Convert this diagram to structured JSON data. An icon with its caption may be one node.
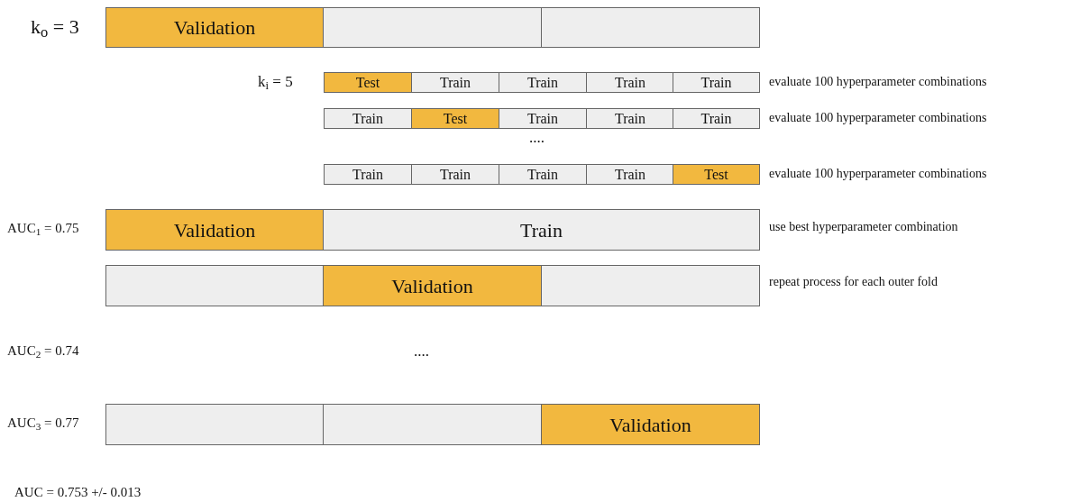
{
  "diagram": {
    "nodes": [
      {
        "text": [
          "Validation"
        ]
      },
      {
        "text": [],
        "shape": "box"
      },
      {
        "text": [],
        "shape": "box"
      },
      {
        "text": [
          "Test"
        ]
      },
      {
        "text": [
          "Train"
        ]
      },
      {
        "text": [
          "Train"
        ]
      },
      {
        "text": [
          "Train"
        ]
      },
      {
        "text": [
          "Train"
        ]
      },
      {
        "text": [
          "Train"
        ]
      },
      {
        "text": [
          "Test"
        ]
      },
      {
        "text": [
          "Train"
        ]
      },
      {
        "text": [
          "Train"
        ]
      },
      {
        "text": [
          "Train"
        ]
      },
      {
        "text": [
          "Train"
        ]
      },
      {
        "text": [
          "Train"
        ]
      },
      {
        "text": [
          "Train"
        ]
      },
      {
        "text": [
          "Train"
        ]
      },
      {
        "text": [
          "Test"
        ]
      },
      {
        "text": [
          "Validation"
        ]
      },
      {
        "text": [
          "Train"
        ]
      },
      {
        "text": [],
        "shape": "box"
      },
      {
        "text": [
          "Validation"
        ]
      },
      {
        "text": [],
        "shape": "box"
      },
      {
        "text": [],
        "shape": "box"
      },
      {
        "text": [],
        "shape": "box"
      },
      {
        "text": [
          "Validation"
        ]
      }
    ],
    "labels": [
      "k$_{o}$ = 3",
      "k$_{i}$ = 5",
      "evaluate 100 hyperparameter combinations",
      "evaluate 100 hyperparameter combinations",
      "....",
      "evaluate 100 hyperparameter combinations",
      "AUC$_{1}$ = 0.75",
      "use best hyperparameter combination",
      "repeat process for each outer fold",
      "AUC$_{2}$ = 0.74",
      "....",
      "AUC$_{3}$ = 0.77",
      "AUC = 0.753 +/- 0.013"
    ]
  }
}
